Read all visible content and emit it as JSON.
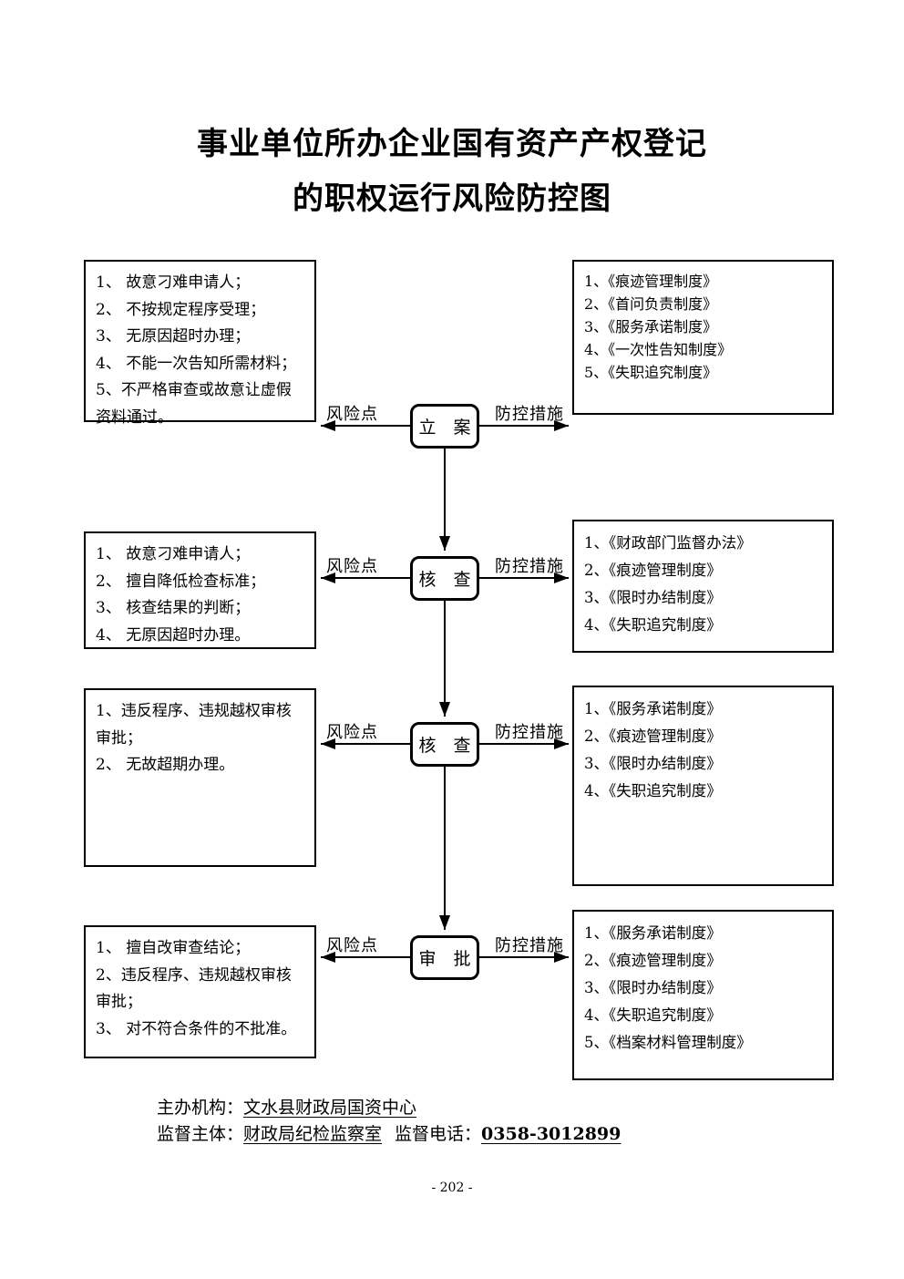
{
  "page": {
    "title_line1": "事业单位所办企业国有资产产权登记",
    "title_line2": "的职权运行风险防控图",
    "page_number": "- 202 -"
  },
  "labels": {
    "risk_point": "风险点",
    "control_measure": "防控措施"
  },
  "flow": {
    "rows": [
      {
        "node": "立　案",
        "risks": [
          "1、 故意刁难申请人；",
          "2、 不按规定程序受理；",
          "3、 无原因超时办理；",
          "4、 不能一次告知所需材料；",
          "5、不严格审查或故意让虚假资料通过。"
        ],
        "measures": [
          "1、《痕迹管理制度》",
          "2、《首问负责制度》",
          "3、《服务承诺制度》",
          "4、《一次性告知制度》",
          "5、《失职追究制度》"
        ]
      },
      {
        "node": "核　查",
        "risks": [
          "1、 故意刁难申请人；",
          "2、 擅自降低检查标准；",
          "3、 核查结果的判断；",
          "4、 无原因超时办理。"
        ],
        "measures": [
          "1、《财政部门监督办法》",
          "2、《痕迹管理制度》",
          "3、《限时办结制度》",
          "4、《失职追究制度》"
        ]
      },
      {
        "node": "核　查",
        "risks": [
          "1、违反程序、违规越权审核审批；",
          "2、 无故超期办理。"
        ],
        "measures": [
          "1、《服务承诺制度》",
          "2、《痕迹管理制度》",
          "3、《限时办结制度》",
          "4、《失职追究制度》"
        ]
      },
      {
        "node": "审　批",
        "risks": [
          "1、 擅自改审查结论；",
          "2、违反程序、违规越权审核审批；",
          "3、 对不符合条件的不批准。"
        ],
        "measures": [
          "1、《服务承诺制度》",
          "2、《痕迹管理制度》",
          "3、《限时办结制度》",
          "4、《失职追究制度》",
          "5、《档案材料管理制度》"
        ]
      }
    ]
  },
  "footer": {
    "organizer_label": "主办机构：",
    "organizer_value": "文水县财政局国资中心",
    "supervisor_label": "监督主体：",
    "supervisor_value": "财政局纪检监察室",
    "phone_label": "监督电话：",
    "phone_value": "0358-3012899"
  }
}
